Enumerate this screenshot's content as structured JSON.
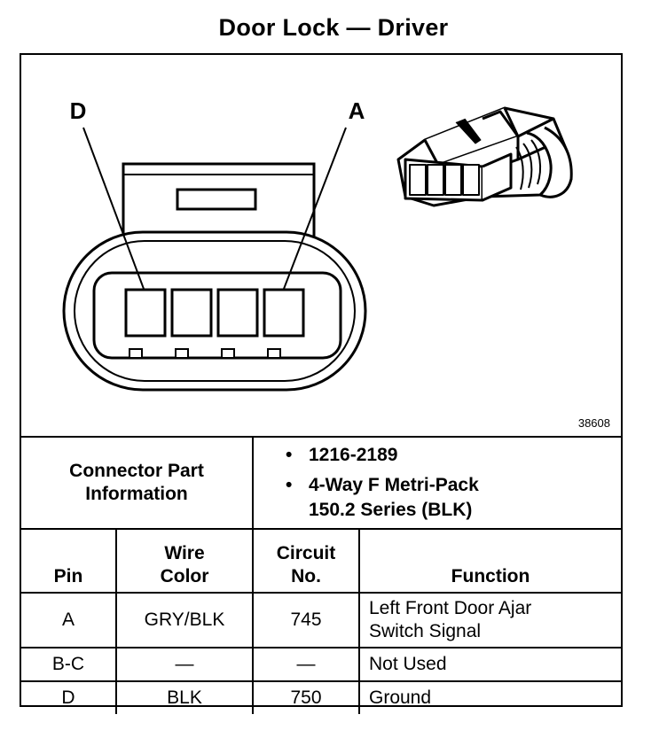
{
  "title": "Door Lock — Driver",
  "diagram": {
    "pin_label_left": "D",
    "pin_label_right": "A",
    "figure_number": "38608"
  },
  "connector_info": {
    "label_line1": "Connector Part",
    "label_line2": "Information",
    "items": [
      "1216-2189",
      "4-Way F Metri-Pack\n150.2 Series (BLK)"
    ]
  },
  "table": {
    "headers": {
      "pin": "Pin",
      "wire_color_1": "Wire",
      "wire_color_2": "Color",
      "circuit_1": "Circuit",
      "circuit_2": "No.",
      "function": "Function"
    },
    "rows": [
      {
        "pin": "A",
        "wire_color": "GRY/BLK",
        "circuit": "745",
        "function": "Left Front Door Ajar\nSwitch Signal"
      },
      {
        "pin": "B-C",
        "wire_color": "—",
        "circuit": "—",
        "function": "Not Used"
      },
      {
        "pin": "D",
        "wire_color": "BLK",
        "circuit": "750",
        "function": "Ground"
      }
    ]
  }
}
